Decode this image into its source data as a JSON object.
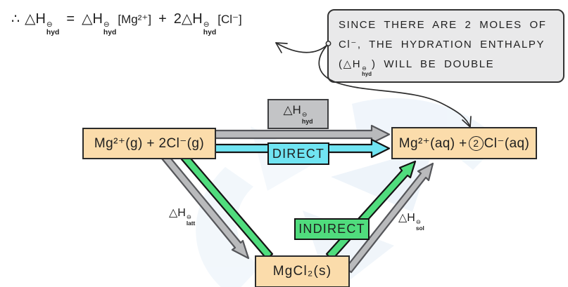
{
  "colors": {
    "peach": "#fbdcab",
    "gray_box": "#c3c4c6",
    "cyan": "#70e4f2",
    "green": "#50dc7d",
    "note_bg": "#e9e9ea",
    "arrow_gray": "#b9babc",
    "ink": "#1f1f1f",
    "stroke_dark": "#2b2b2b",
    "stroke_gray": "#55565a",
    "watermark_blue": "#e2edf8"
  },
  "equation": {
    "therefore": "∴",
    "lhs": {
      "base": "△H",
      "sup": "⊖",
      "sub": "hyd"
    },
    "equals": "=",
    "term1": {
      "base": "△H",
      "sup": "⊖",
      "sub": "hyd",
      "arg": "[Mg²⁺]"
    },
    "plus": "+",
    "term2": {
      "coef": "2",
      "base": "△H",
      "sup": "⊖",
      "sub": "hyd",
      "arg": "[Cl⁻]"
    }
  },
  "note": {
    "line1": "SINCE THERE ARE 2 MOLES OF",
    "line2": "Cl⁻, THE HYDRATION ENTHALPY",
    "line3_pre": "(△H",
    "line3_sup": "⊖",
    "line3_sub": "hyd",
    "line3_post": ") WILL BE DOUBLE"
  },
  "cycle": {
    "left_box": "Mg²⁺(g) + 2Cl⁻(g)",
    "right_box": {
      "pre": "Mg²⁺(aq) +",
      "circled": "2",
      "post": "Cl⁻(aq)"
    },
    "bottom_box": "MgCl₂(s)",
    "direct_label": "DIRECT",
    "indirect_label": "INDIRECT",
    "hyd_label": {
      "base": "△H",
      "sup": "⊖",
      "sub": "hyd"
    },
    "latt_label": {
      "base": "△H",
      "sup": "⊖",
      "sub": "latt"
    },
    "sol_label": {
      "base": "△H",
      "sup": "⊖",
      "sub": "sol"
    }
  }
}
